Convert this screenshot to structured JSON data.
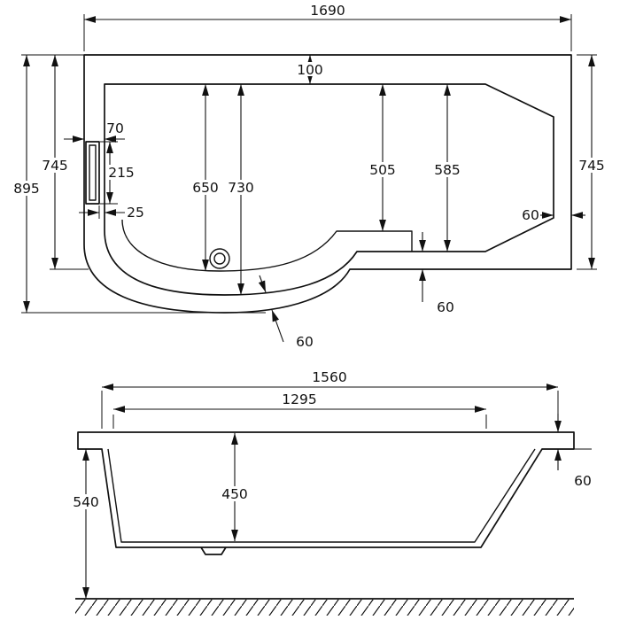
{
  "drawing": {
    "plan_view": {
      "labels": {
        "overall_length": "1690",
        "overall_width": "895",
        "width_left": "745",
        "width_right": "745",
        "rim_top": "100",
        "rim_left": "70",
        "grab_rail_length": "215",
        "grab_rail_gap": "25",
        "shower_floor_width": "650",
        "shower_inner_width": "730",
        "inner_width_mid": "505",
        "inner_width_right": "585",
        "rim_right": "60",
        "rim_bottom": "60",
        "rim_curve": "60"
      }
    },
    "side_view": {
      "labels": {
        "rim_length": "1560",
        "inner_length": "1295",
        "inner_depth": "450",
        "overall_height": "540",
        "rim_depth": "60"
      }
    }
  }
}
